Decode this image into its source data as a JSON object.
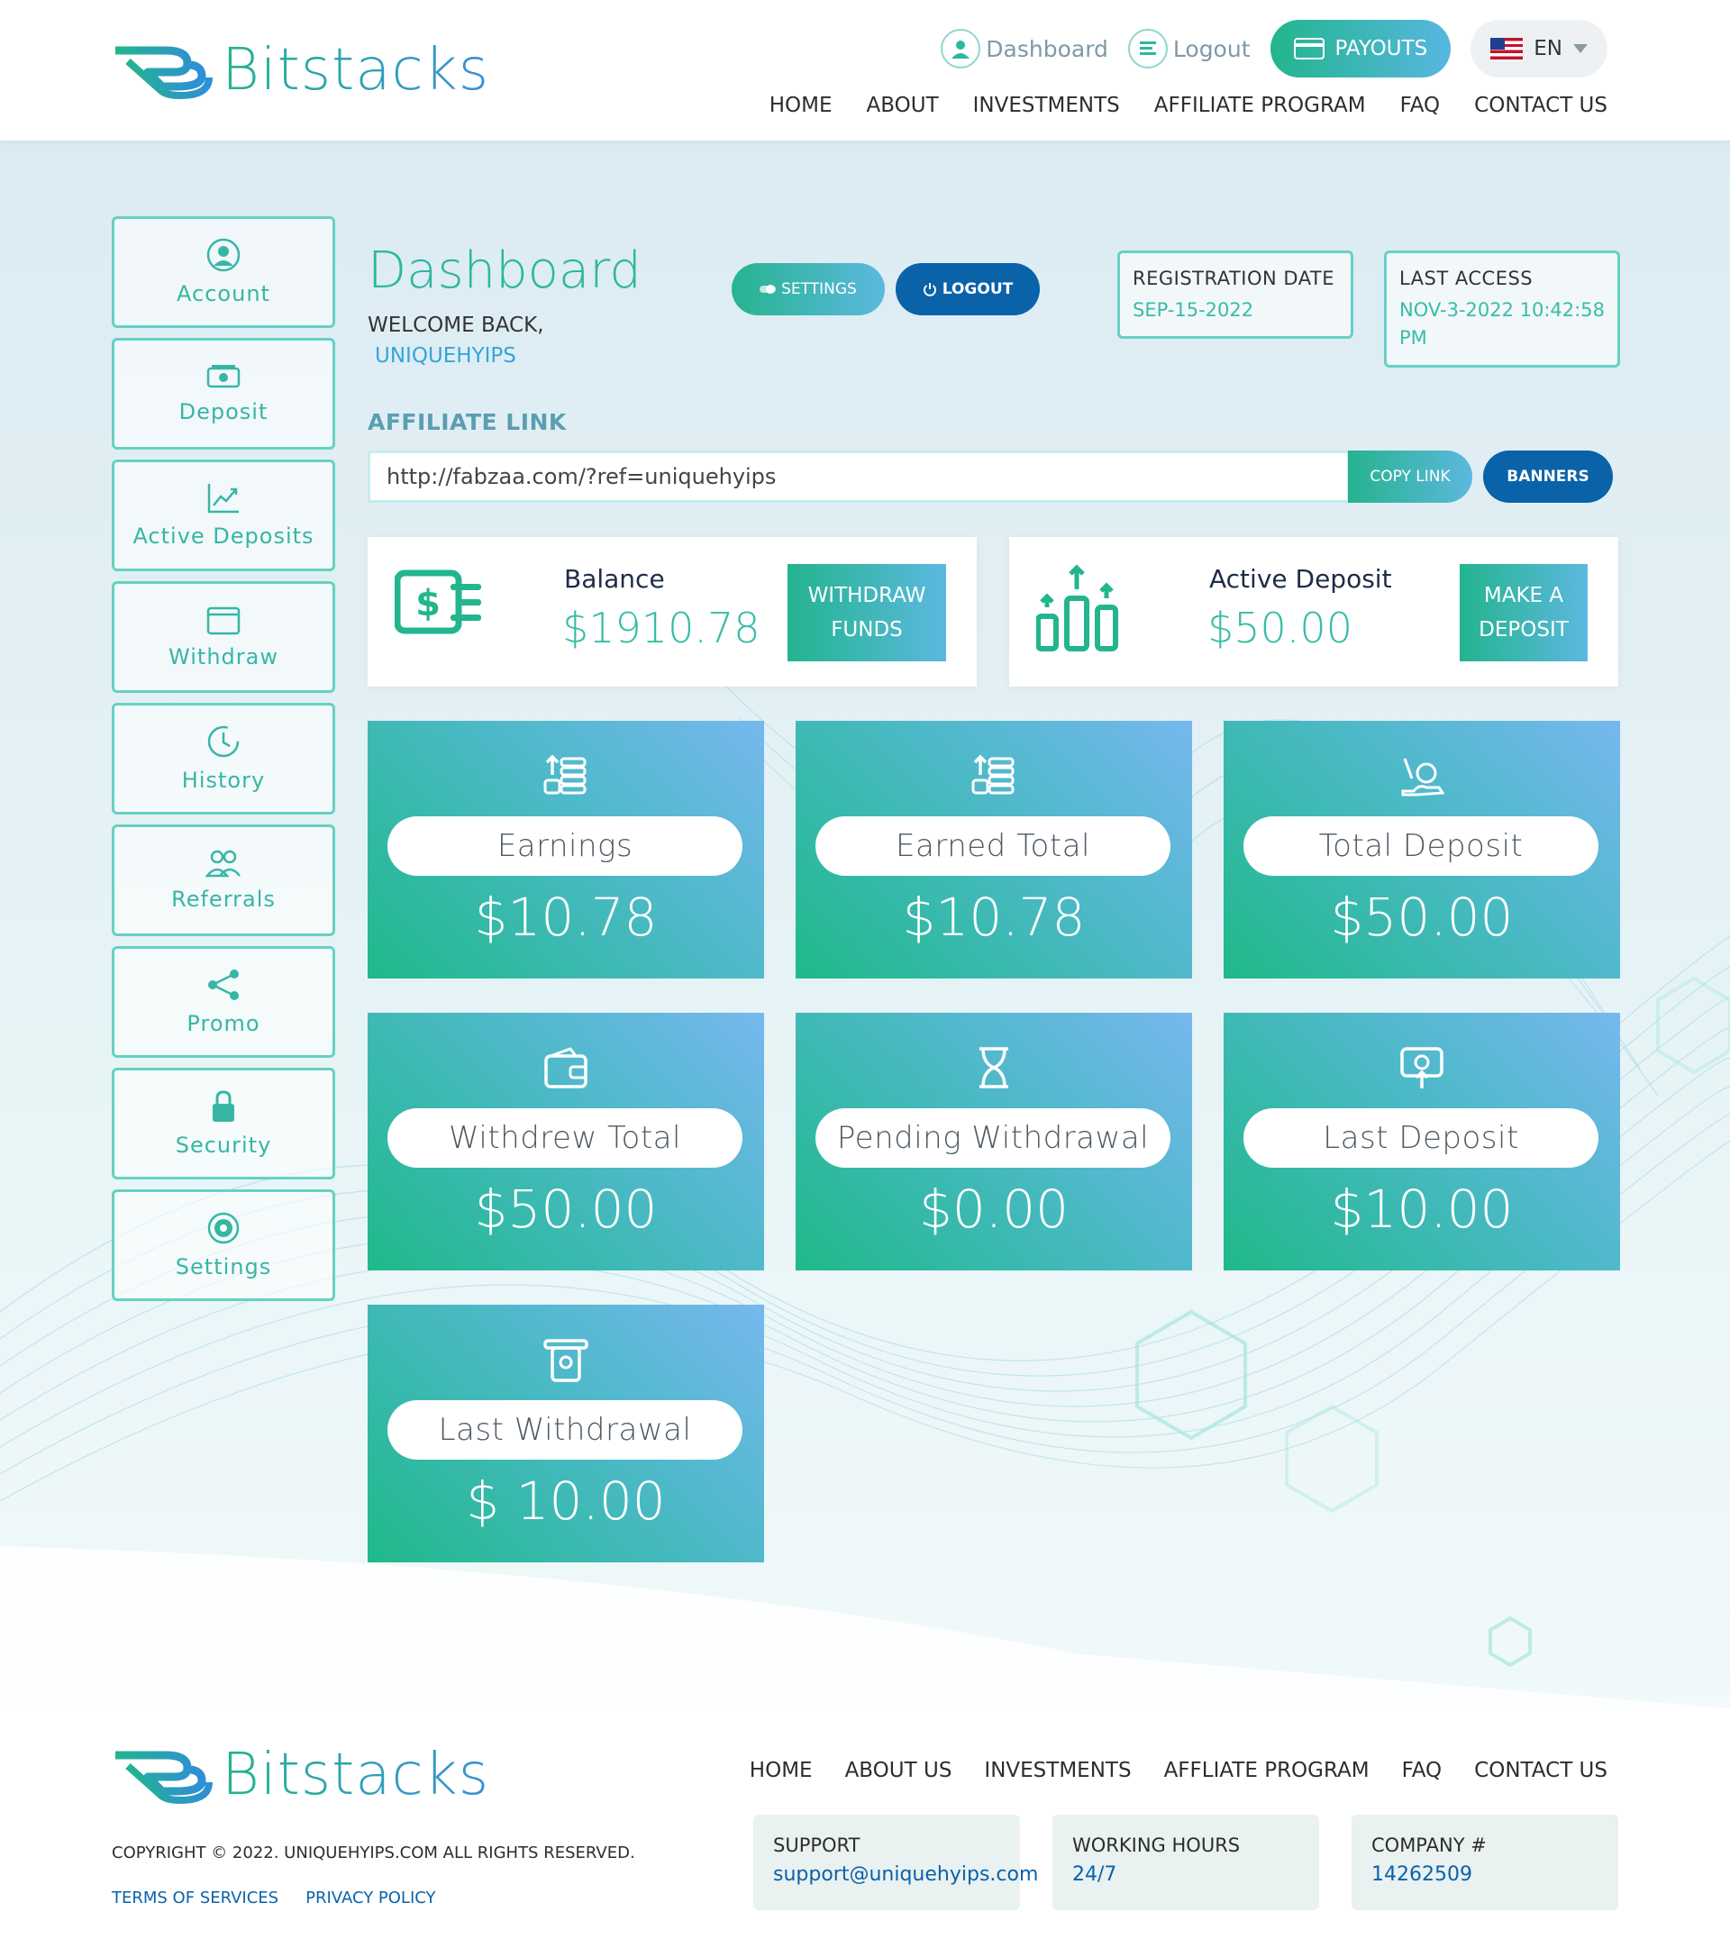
{
  "brand": {
    "name": "Bitstacks"
  },
  "header": {
    "dashboard_label": "Dashboard",
    "logout_label": "Logout",
    "payouts_label": "PAYOUTS",
    "lang_label": "EN",
    "nav": [
      "HOME",
      "ABOUT",
      "INVESTMENTS",
      "AFFILIATE PROGRAM",
      "FAQ",
      "CONTACT US"
    ]
  },
  "sidebar": {
    "items": [
      {
        "label": "Account",
        "icon": "user-circle-icon"
      },
      {
        "label": "Deposit",
        "icon": "money-icon"
      },
      {
        "label": "Active Deposits",
        "icon": "chart-up-icon"
      },
      {
        "label": "Withdraw",
        "icon": "wallet-icon"
      },
      {
        "label": "History",
        "icon": "clock-icon"
      },
      {
        "label": "Referrals",
        "icon": "users-icon"
      },
      {
        "label": "Promo",
        "icon": "share-icon"
      },
      {
        "label": "Security",
        "icon": "lock-icon"
      },
      {
        "label": "Settings",
        "icon": "gear-icon"
      }
    ]
  },
  "dashboard": {
    "title": "Dashboard",
    "welcome": "WELCOME BACK,",
    "username": "UNIQUEHYIPS",
    "settings_btn": "SETTINGS",
    "logout_btn": "LOGOUT",
    "registration": {
      "title": "REGISTRATION DATE",
      "value": "SEP-15-2022"
    },
    "last_access": {
      "title": "LAST ACCESS",
      "value": "NOV-3-2022 10:42:58 PM"
    },
    "affiliate_label": "AFFILIATE LINK",
    "affiliate_link": "http://fabzaa.com/?ref=uniquehyips",
    "copy_btn": "COPY LINK",
    "banners_btn": "BANNERS",
    "balance": {
      "title": "Balance",
      "amount": "$1910.78",
      "action": "WITHDRAW FUNDS"
    },
    "active_deposit": {
      "title": "Active Deposit",
      "amount": "$50.00",
      "action": "MAKE A DEPOSIT"
    },
    "tiles": [
      {
        "label": "Earnings",
        "value": "$10.78",
        "icon": "coins-up-icon"
      },
      {
        "label": "Earned Total",
        "value": "$10.78",
        "icon": "coins-up-icon"
      },
      {
        "label": "Total Deposit",
        "value": "$50.00",
        "icon": "hand-coin-icon"
      },
      {
        "label": "Withdrew Total",
        "value": "$50.00",
        "icon": "wallet-icon"
      },
      {
        "label": "Pending Withdrawal",
        "value": "$0.00",
        "icon": "hourglass-icon"
      },
      {
        "label": "Last Deposit",
        "value": "$10.00",
        "icon": "deposit-icon"
      },
      {
        "label": "Last Withdrawal",
        "value": "$ 10.00",
        "icon": "cash-out-icon"
      }
    ]
  },
  "footer": {
    "nav": [
      "HOME",
      "ABOUT US",
      "INVESTMENTS",
      "AFFLIATE PROGRAM",
      "FAQ",
      "CONTACT US"
    ],
    "copyright": "COPYRIGHT © 2022. UNIQUEHYIPS.COM ALL RIGHTS RESERVED.",
    "terms": "TERMS OF SERVICES",
    "privacy": "PRIVACY POLICY",
    "support": {
      "title": "SUPPORT",
      "value": "support@uniquehyips.com"
    },
    "hours": {
      "title": "WORKING HOURS",
      "value": "24/7"
    },
    "company": {
      "title": "COMPANY #",
      "value": "14262509"
    }
  },
  "colors": {
    "accent": "#2bb79f",
    "blue": "#0a62a9",
    "link": "#34a6d9"
  }
}
